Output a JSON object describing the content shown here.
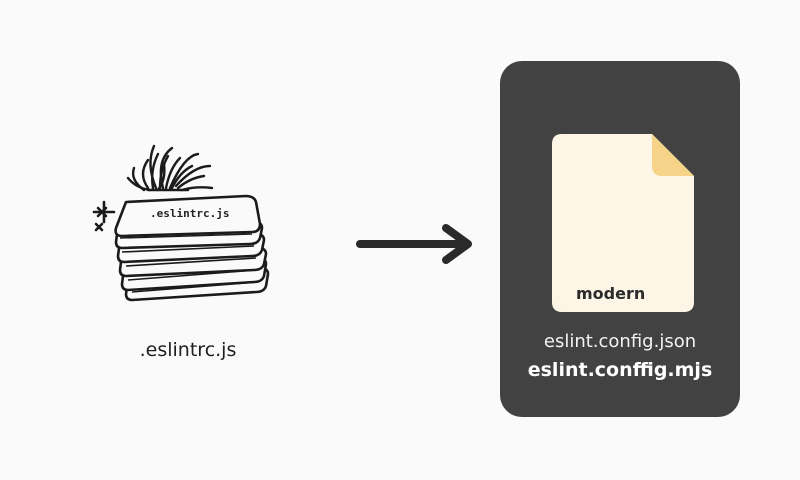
{
  "legacy": {
    "stack_label": ".eslintrc.js",
    "caption": ".eslintrc.js",
    "icon": "stack-of-cards-icon",
    "decorations": [
      "burst-icon",
      "sparkle-icon"
    ]
  },
  "transition": {
    "icon": "arrow-right-icon"
  },
  "modern": {
    "file_tag": "modern",
    "icon": "document-icon",
    "filenames": [
      "eslint.config.json",
      "eslint.conffig.mjs"
    ],
    "colors": {
      "panel": "#424242",
      "document": "#fdf6e7",
      "document_fold": "#f5d489"
    }
  }
}
